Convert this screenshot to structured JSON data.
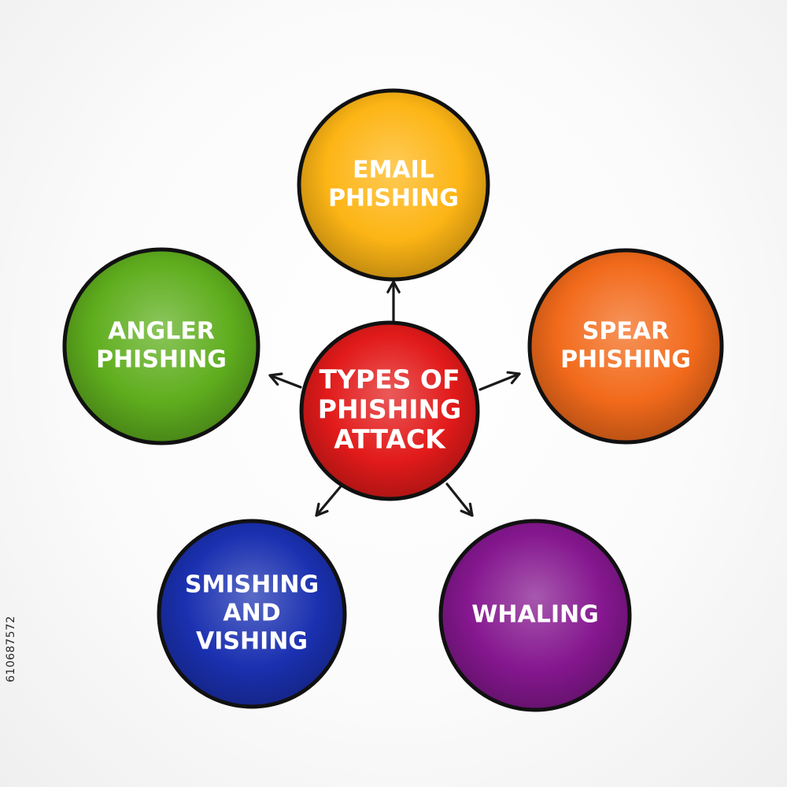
{
  "center": {
    "label_lines": [
      "TYPES OF",
      "PHISHING",
      "ATTACK"
    ],
    "color": "#e21a1a"
  },
  "nodes": [
    {
      "id": "email-phishing",
      "label_lines": [
        "EMAIL",
        "PHISHING"
      ],
      "color": "#fdb515"
    },
    {
      "id": "spear-phishing",
      "label_lines": [
        "SPEAR",
        "PHISHING"
      ],
      "color": "#f26a1b"
    },
    {
      "id": "whaling",
      "label_lines": [
        "WHALING"
      ],
      "color": "#85178f"
    },
    {
      "id": "smishing-and-vishing",
      "label_lines": [
        "SMISHING",
        "AND",
        "VISHING"
      ],
      "color": "#1a30b0"
    },
    {
      "id": "angler-phishing",
      "label_lines": [
        "ANGLER",
        "PHISHING"
      ],
      "color": "#5fae1e"
    }
  ],
  "stock_id": "610687572"
}
